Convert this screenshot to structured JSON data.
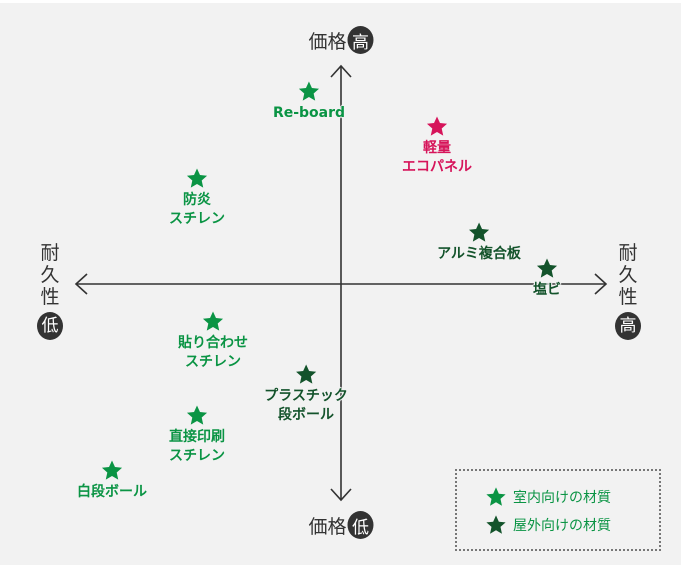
{
  "axes": {
    "top": {
      "label": "価格",
      "badge": "高"
    },
    "bottom": {
      "label": "価格",
      "badge": "低"
    },
    "left": {
      "chars": [
        "耐",
        "久",
        "性"
      ],
      "badge": "低"
    },
    "right": {
      "chars": [
        "耐",
        "久",
        "性"
      ],
      "badge": "高"
    }
  },
  "points": [
    {
      "lines": [
        "Re-board"
      ],
      "type": "indoor"
    },
    {
      "lines": [
        "軽量",
        "エコパネル"
      ],
      "type": "highlight"
    },
    {
      "lines": [
        "防炎",
        "スチレン"
      ],
      "type": "indoor"
    },
    {
      "lines": [
        "アルミ複合板"
      ],
      "type": "outdoor"
    },
    {
      "lines": [
        "塩ビ"
      ],
      "type": "outdoor"
    },
    {
      "lines": [
        "貼り合わせ",
        "スチレン"
      ],
      "type": "indoor"
    },
    {
      "lines": [
        "プラスチック",
        "段ボール"
      ],
      "type": "outdoor"
    },
    {
      "lines": [
        "直接印刷",
        "スチレン"
      ],
      "type": "indoor"
    },
    {
      "lines": [
        "白段ボール"
      ],
      "type": "indoor"
    }
  ],
  "legend": [
    {
      "label": "室内向けの材質",
      "color": "#0a9444"
    },
    {
      "label": "屋外向けの材質",
      "color": "#13532b"
    }
  ],
  "colors": {
    "indoor": "#0a9444",
    "outdoor": "#13532b",
    "highlight": "#d6145a",
    "axis": "#333333"
  }
}
